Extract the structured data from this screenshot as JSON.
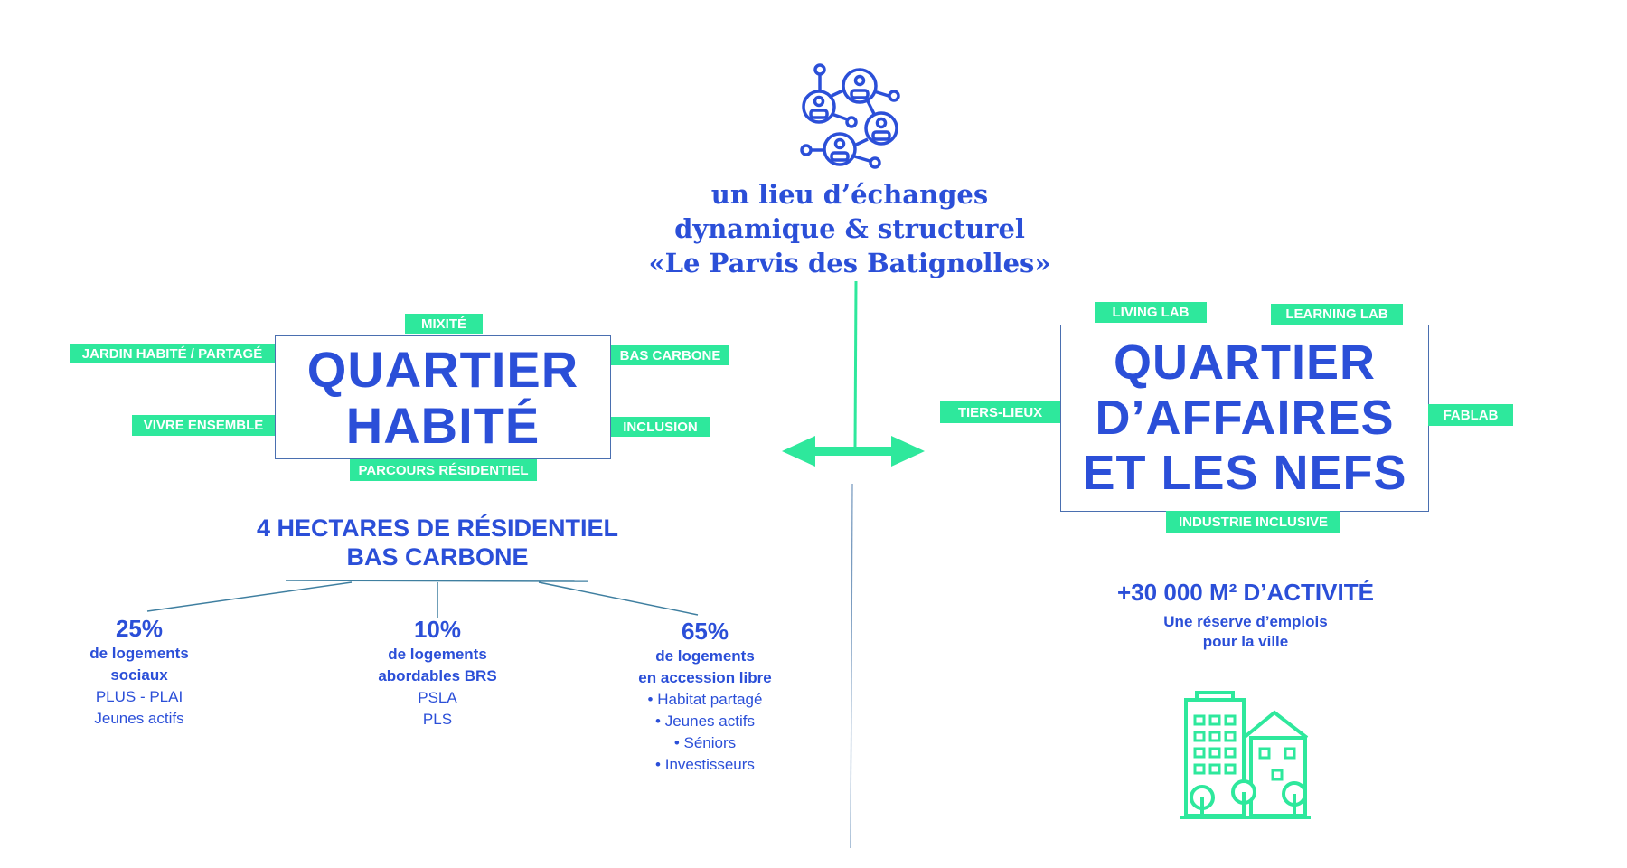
{
  "header": {
    "icon": "people-network-icon",
    "lines": [
      "un lieu d’échanges",
      "dynamique & structurel",
      "«Le Parvis des Batignolles»"
    ]
  },
  "left": {
    "title_lines": [
      "QUARTIER",
      "HABITÉ"
    ],
    "tags": {
      "top": "MIXITÉ",
      "top_left": "JARDIN HABITÉ / PARTAGÉ",
      "top_right": "BAS CARBONE",
      "bottom_left": "VIVRE ENSEMBLE",
      "bottom_right": "INCLUSION",
      "bottom": "PARCOURS RÉSIDENTIEL"
    },
    "headline": [
      "4 HECTARES DE RÉSIDENTIEL",
      "BAS CARBONE"
    ],
    "columns": [
      {
        "percent": "25%",
        "bold": [
          "de logements",
          "sociaux"
        ],
        "light": [
          "PLUS - PLAI",
          "Jeunes actifs"
        ]
      },
      {
        "percent": "10%",
        "bold": [
          "de logements",
          "abordables BRS"
        ],
        "light": [
          "PSLA",
          "PLS"
        ]
      },
      {
        "percent": "65%",
        "bold": [
          "de logements",
          "en accession libre"
        ],
        "light": [
          "• Habitat partagé",
          "• Jeunes actifs",
          "• Séniors",
          "• Investisseurs"
        ]
      }
    ]
  },
  "right": {
    "title_lines": [
      "QUARTIER",
      "D’AFFAIRES",
      "ET LES NEFS"
    ],
    "tags": {
      "top_left": "LIVING LAB",
      "top_right": "LEARNING LAB",
      "left": "TIERS-LIEUX",
      "right": "FABLAB",
      "bottom": "INDUSTRIE INCLUSIVE"
    },
    "headline": "+30 000 M² D’ACTIVITÉ",
    "sub": [
      "Une réserve d’emplois",
      "pour la ville"
    ],
    "icon": "city-buildings-icon"
  },
  "colors": {
    "blue": "#2b4fd8",
    "green": "#2ee89c",
    "line": "#4a7fa8"
  }
}
